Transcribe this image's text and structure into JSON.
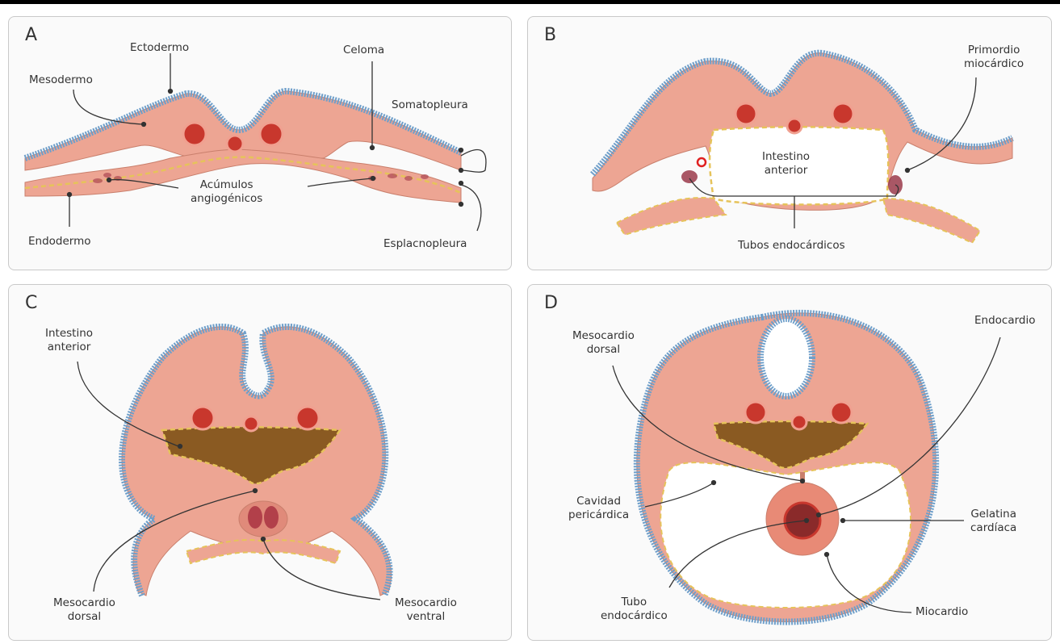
{
  "panels": {
    "a": {
      "letter": "A",
      "labels": {
        "ectodermo": "Ectodermo",
        "celoma": "Celoma",
        "mesodermo": "Mesodermo",
        "somatopleura": "Somatopleura",
        "acumulos": [
          "Acúmulos",
          "angiogénicos"
        ],
        "endodermo": "Endodermo",
        "esplacnopleura": "Esplacnopleura"
      }
    },
    "b": {
      "letter": "B",
      "labels": {
        "primordio": [
          "Primordio",
          "miocárdico"
        ],
        "intestino": [
          "Intestino",
          "anterior"
        ],
        "tubos": "Tubos endocárdicos"
      }
    },
    "c": {
      "letter": "C",
      "labels": {
        "intestino": [
          "Intestino",
          "anterior"
        ],
        "mesocardio_dorsal": [
          "Mesocardio",
          "dorsal"
        ],
        "mesocardio_ventral": [
          "Mesocardio",
          "ventral"
        ]
      }
    },
    "d": {
      "letter": "D",
      "labels": {
        "mesocardio_dorsal": [
          "Mesocardio",
          "dorsal"
        ],
        "endocardio": "Endocardio",
        "cavidad": [
          "Cavidad",
          "pericárdica"
        ],
        "gelatina": [
          "Gelatina",
          "cardíaca"
        ],
        "tubo": [
          "Tubo",
          "endocárdico"
        ],
        "miocardio": "Miocardio"
      }
    }
  },
  "colors": {
    "ectoderm": "#6f9fca",
    "mesoderm": "#eda593",
    "endoderm_line": "#e6c35a",
    "vessel": "#c8372d",
    "gut": "#8a5a22"
  }
}
